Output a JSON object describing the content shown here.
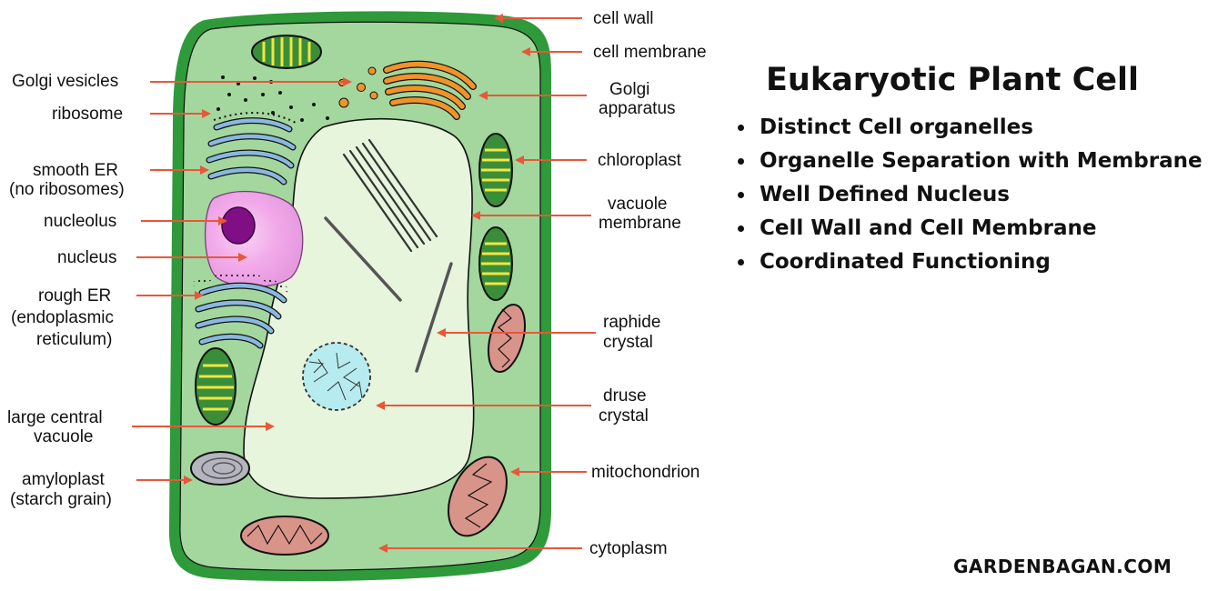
{
  "title": "Eukaryotic Plant Cell",
  "features": [
    "Distinct Cell organelles",
    "Organelle Separation with Membrane",
    "Well Defined Nucleus",
    "Cell Wall and Cell Membrane",
    "Coordinated Functioning"
  ],
  "credit": "GARDENBAGAN.COM",
  "labels": {
    "cell_wall": "cell wall",
    "cell_membrane": "cell membrane",
    "golgi_vesicles": "Golgi vesicles",
    "ribosome": "ribosome",
    "golgi_apparatus_1": "Golgi",
    "golgi_apparatus_2": "apparatus",
    "smooth_er_1": "smooth ER",
    "smooth_er_2": "(no ribosomes)",
    "chloroplast": "chloroplast",
    "vacuole_membrane_1": "vacuole",
    "vacuole_membrane_2": "membrane",
    "nucleolus": "nucleolus",
    "nucleus": "nucleus",
    "rough_er_1": "rough ER",
    "rough_er_2": "(endoplasmic",
    "rough_er_3": "reticulum)",
    "raphide_1": "raphide",
    "raphide_2": "crystal",
    "druse_1": "druse",
    "druse_2": "crystal",
    "large_vacuole_1": "large central",
    "large_vacuole_2": "vacuole",
    "mitochondrion": "mitochondrion",
    "amyloplast_1": "amyloplast",
    "amyloplast_2": "(starch grain)",
    "cytoplasm": "cytoplasm"
  },
  "colors": {
    "cell_wall": "#2e9a3a",
    "cytoplasm": "#a3d79d",
    "vacuole": "#e6f5dc",
    "arrow": "#e8573a",
    "golgi": "#f0932b",
    "smooth_er": "#8ab8de",
    "nucleus": "#f2aaea",
    "nucleolus": "#800f86",
    "chloroplast_stripe": "#f0e640",
    "mitochondrion_fill": "#d9948a",
    "druse": "#b6ecef"
  }
}
